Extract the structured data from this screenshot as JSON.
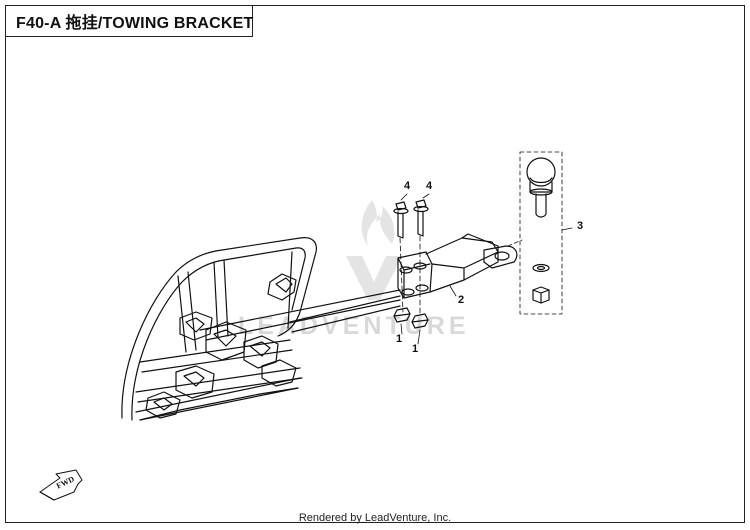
{
  "header": {
    "title": "F40-A 拖挂/TOWING BRACKET"
  },
  "callouts": [
    {
      "id": "c1a",
      "label": "1"
    },
    {
      "id": "c1b",
      "label": "1"
    },
    {
      "id": "c2",
      "label": "2"
    },
    {
      "id": "c3",
      "label": "3"
    },
    {
      "id": "c4a",
      "label": "4"
    },
    {
      "id": "c4b",
      "label": "4"
    }
  ],
  "fwd_indicator": {
    "label": "FWD"
  },
  "watermark": {
    "text": "LEADVENTURE"
  },
  "footer": {
    "text": "Rendered by LeadVenture, Inc."
  }
}
